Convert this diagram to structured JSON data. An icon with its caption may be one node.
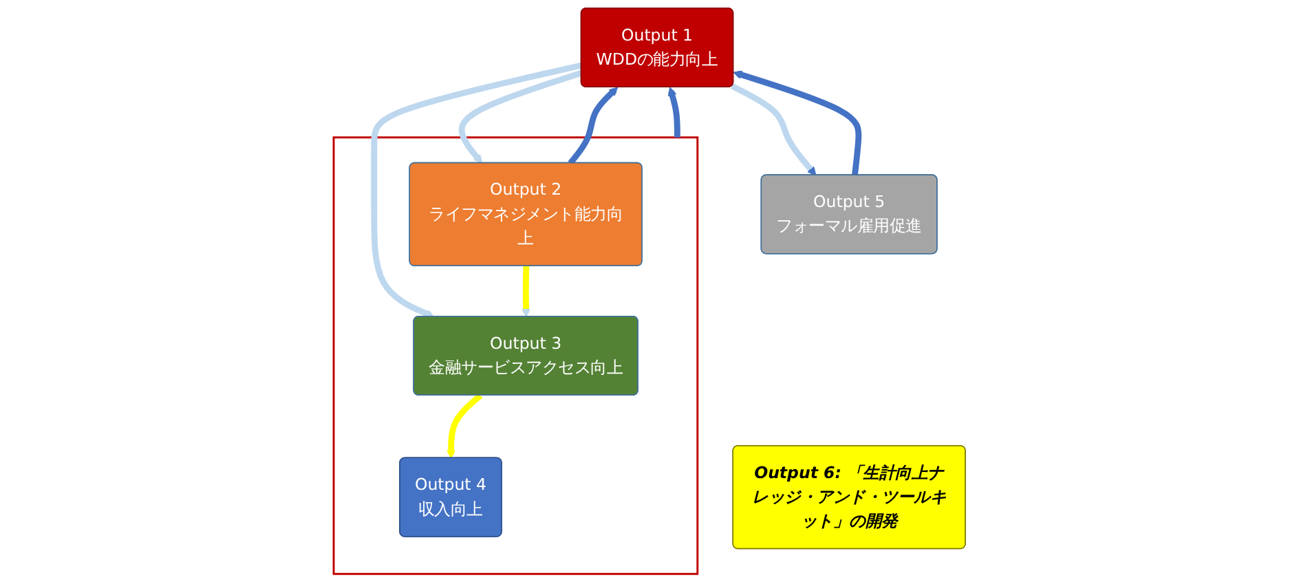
{
  "diagram": {
    "nodes": [
      {
        "text": [
          "Output 1",
          "WDDの能力向上"
        ]
      },
      {
        "text": [],
        "shape": "box"
      },
      {
        "text": [
          "Output 2",
          "ライフマネジメント能力向上"
        ],
        "in": 1
      },
      {
        "text": [
          "Output 3",
          "金融サービスアクセス向上"
        ],
        "in": 1
      },
      {
        "text": [
          "Output 4",
          "収入向上"
        ],
        "in": 1
      },
      {
        "text": [
          "Output 5",
          "フォーマル雇用促進"
        ]
      },
      {
        "text": [
          "Output 6: 「生計向上ナレッジ・アンド・ツールキット」の開発"
        ]
      }
    ],
    "edges": [
      {
        "from": 2,
        "to": 0,
        "arrow": "to",
        "color": "#4472c4"
      },
      {
        "from": 0,
        "to": 2,
        "arrow": "to",
        "color": "#bdd7ee"
      },
      {
        "from": 0,
        "to": 3,
        "arrow": "to",
        "color": "#bdd7ee"
      },
      {
        "from": 1,
        "to": 0,
        "arrow": "to",
        "color": "#4472c4"
      },
      {
        "from": 5,
        "to": 0,
        "arrow": "to",
        "color": "#4472c4"
      },
      {
        "from": 0,
        "to": 5,
        "arrow": "to",
        "color": "#bdd7ee"
      },
      {
        "from": 2,
        "to": 3,
        "arrow": "to",
        "color": "#ffff00"
      },
      {
        "from": 3,
        "to": 4,
        "arrow": "to",
        "color": "#ffff00"
      }
    ]
  }
}
